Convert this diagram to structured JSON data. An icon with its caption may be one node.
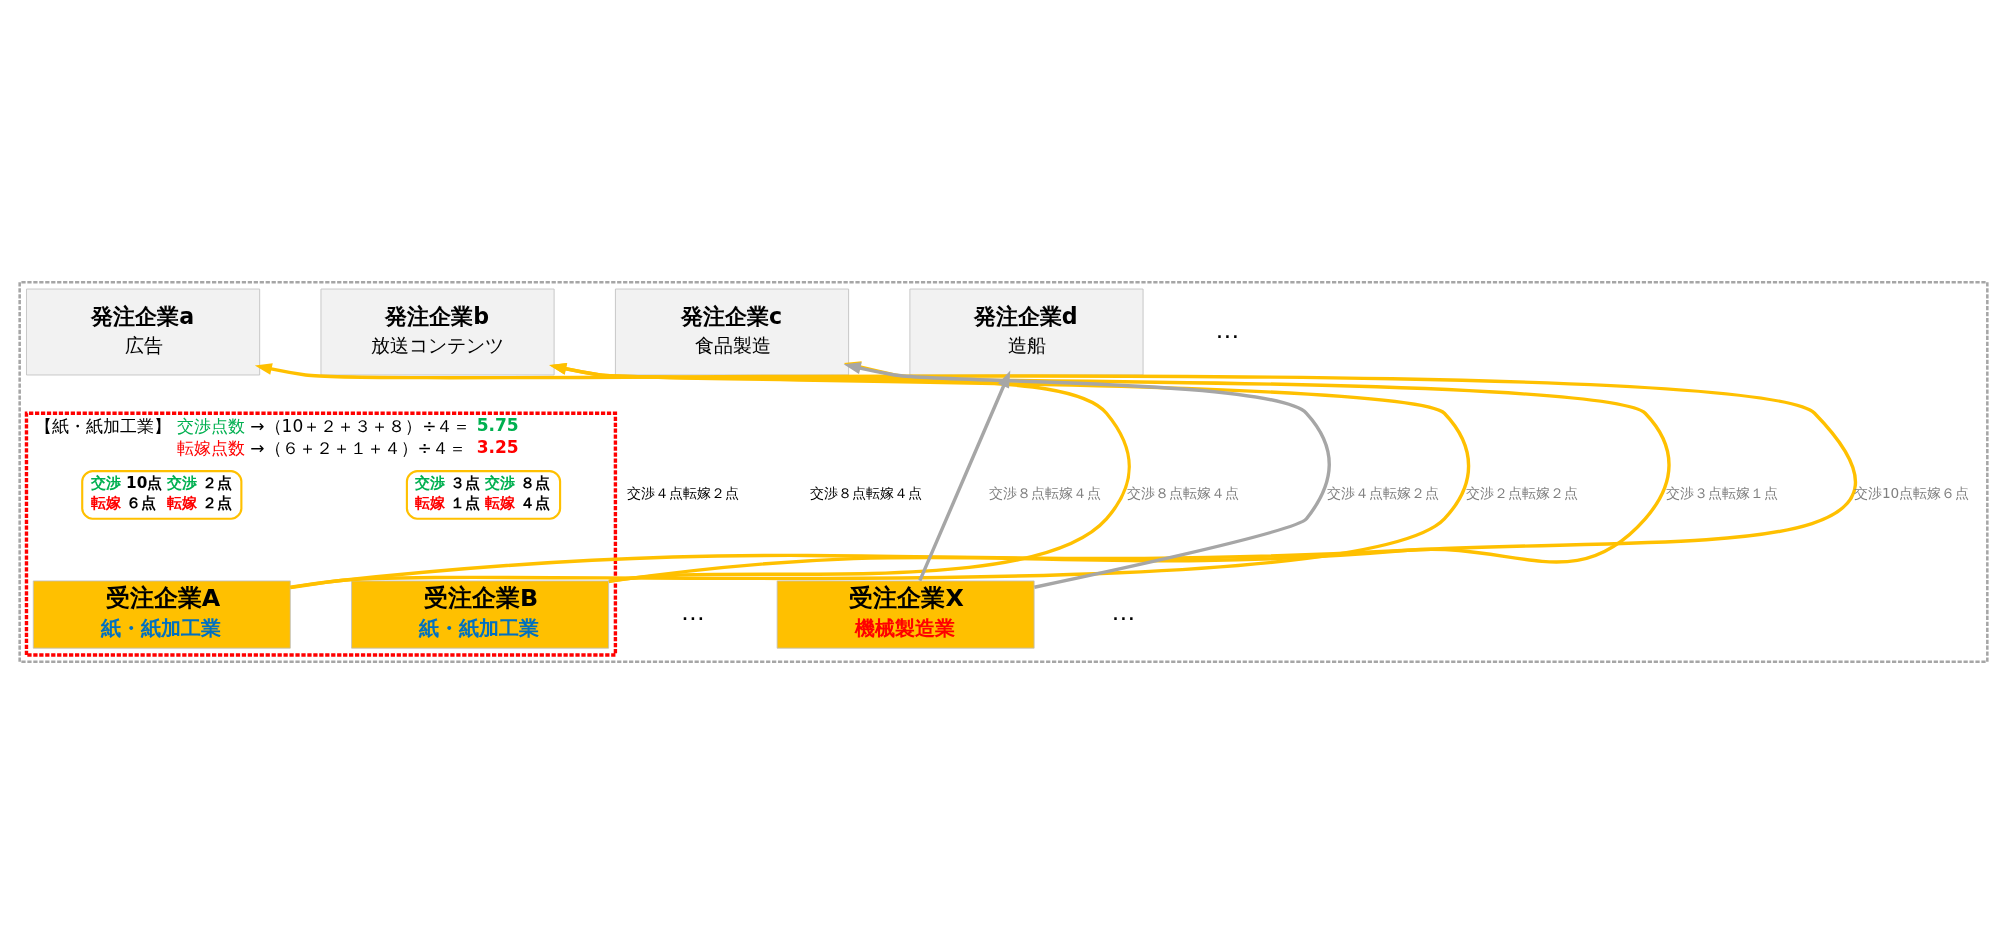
{
  "diagram": {
    "nodes": [
      {
        "text": [],
        "shape": "box"
      },
      {
        "text": [
          "発注企業a",
          "広告"
        ],
        "in": 0
      },
      {
        "text": [
          "発注企業b",
          "放送コンテンツ"
        ],
        "in": 0
      },
      {
        "text": [
          "発注企業c",
          "食品製造"
        ],
        "in": 0
      },
      {
        "text": [
          "発注企業d",
          "造船"
        ],
        "in": 0
      },
      {
        "text": [
          "【紙・紙加工業】",
          "交渉点数",
          "→（10＋２＋３＋８）÷４＝",
          "5.75",
          "転嫁点数",
          "→（６＋２＋１＋４）÷４＝",
          "3.25"
        ],
        "in": 0
      },
      {
        "text": [
          "交渉",
          "10点",
          "交渉",
          "２点",
          "転嫁",
          "６点",
          "転嫁",
          "２点"
        ],
        "in": 5
      },
      {
        "text": [
          "交渉",
          "３点",
          "交渉",
          "８点",
          "転嫁",
          "１点",
          "転嫁",
          "４点"
        ],
        "in": 5
      },
      {
        "text": [
          "受注企業A",
          "紙・紙加工業"
        ],
        "in": 5
      },
      {
        "text": [
          "受注企業B",
          "紙・紙加工業"
        ],
        "in": 5
      },
      {
        "text": [
          "受注企業X",
          "機械製造業"
        ],
        "in": 0
      }
    ],
    "edges": [
      {
        "from": 8,
        "to": 1,
        "arrow": "to",
        "label": "交渉10点転嫁６点"
      },
      {
        "from": 8,
        "to": 2,
        "arrow": "to",
        "label": "交渉２点転嫁２点"
      },
      {
        "from": 9,
        "to": 2,
        "arrow": "to",
        "label": "交渉３点転嫁１点"
      },
      {
        "from": 9,
        "to": 3,
        "arrow": "to",
        "label": "交渉８点転嫁４点"
      },
      {
        "from": 10,
        "to": 3,
        "arrow": "to",
        "label": "交渉４点転嫁２点",
        "color": "#a6a6a6"
      },
      {
        "from": 10,
        "to": 4,
        "arrow": "to",
        "label": "交渉８点転嫁４点",
        "color": "#a6a6a6"
      }
    ],
    "labels": [
      "…",
      "交渉４点転嫁２点",
      "交渉８点転嫁４点",
      "…",
      "…"
    ]
  }
}
